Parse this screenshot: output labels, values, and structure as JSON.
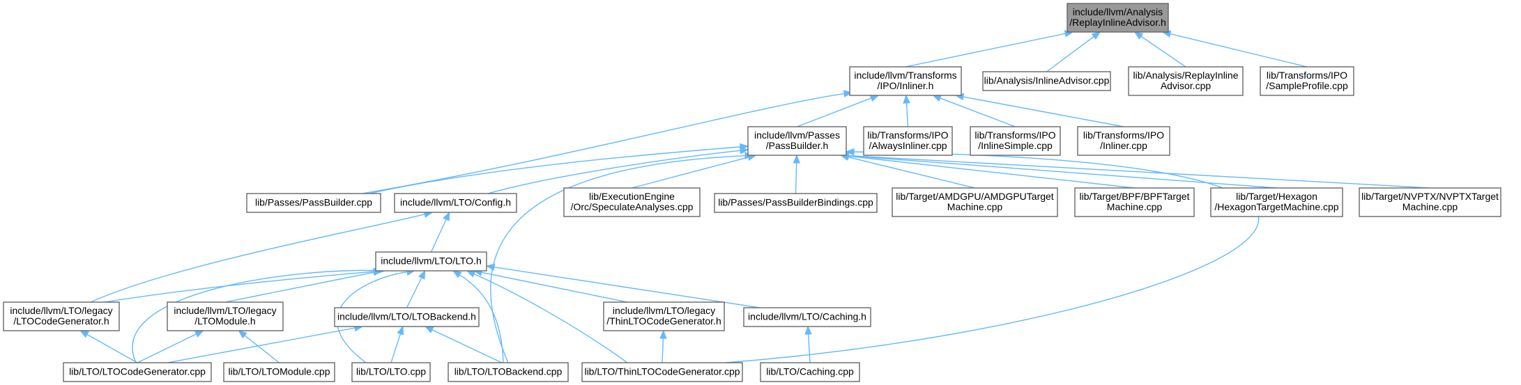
{
  "graph": {
    "edge_color": "#63b8ff",
    "root_fill": "#999999",
    "nodes": [
      {
        "id": "root",
        "lines": [
          "include/llvm/Analysis",
          "/ReplayInlineAdvisor.h"
        ],
        "root": true
      },
      {
        "id": "inliner_h",
        "lines": [
          "include/llvm/Transforms",
          "/IPO/Inliner.h"
        ]
      },
      {
        "id": "inline_advisor_cpp",
        "lines": [
          "lib/Analysis/InlineAdvisor.cpp"
        ]
      },
      {
        "id": "replay_advisor_cpp",
        "lines": [
          "lib/Analysis/ReplayInline",
          "Advisor.cpp"
        ]
      },
      {
        "id": "sample_profile_cpp",
        "lines": [
          "lib/Transforms/IPO",
          "/SampleProfile.cpp"
        ]
      },
      {
        "id": "passbuilder_h",
        "lines": [
          "include/llvm/Passes",
          "/PassBuilder.h"
        ]
      },
      {
        "id": "always_inliner_cpp",
        "lines": [
          "lib/Transforms/IPO",
          "/AlwaysInliner.cpp"
        ]
      },
      {
        "id": "inline_simple_cpp",
        "lines": [
          "lib/Transforms/IPO",
          "/InlineSimple.cpp"
        ]
      },
      {
        "id": "inliner_cpp",
        "lines": [
          "lib/Transforms/IPO",
          "/Inliner.cpp"
        ]
      },
      {
        "id": "passbuilder_cpp",
        "lines": [
          "lib/Passes/PassBuilder.cpp"
        ]
      },
      {
        "id": "lto_config_h",
        "lines": [
          "include/llvm/LTO/Config.h"
        ]
      },
      {
        "id": "speculate_cpp",
        "lines": [
          "lib/ExecutionEngine",
          "/Orc/SpeculateAnalyses.cpp"
        ]
      },
      {
        "id": "pb_bindings_cpp",
        "lines": [
          "lib/Passes/PassBuilderBindings.cpp"
        ]
      },
      {
        "id": "amdgpu_cpp",
        "lines": [
          "lib/Target/AMDGPU/AMDGPUTarget",
          "Machine.cpp"
        ]
      },
      {
        "id": "bpf_cpp",
        "lines": [
          "lib/Target/BPF/BPFTarget",
          "Machine.cpp"
        ]
      },
      {
        "id": "hexagon_cpp",
        "lines": [
          "lib/Target/Hexagon",
          "/HexagonTargetMachine.cpp"
        ]
      },
      {
        "id": "nvptx_cpp",
        "lines": [
          "lib/Target/NVPTX/NVPTXTarget",
          "Machine.cpp"
        ]
      },
      {
        "id": "lto_h",
        "lines": [
          "include/llvm/LTO/LTO.h"
        ]
      },
      {
        "id": "lto_codegen_h",
        "lines": [
          "include/llvm/LTO/legacy",
          "/LTOCodeGenerator.h"
        ]
      },
      {
        "id": "lto_module_h",
        "lines": [
          "include/llvm/LTO/legacy",
          "/LTOModule.h"
        ]
      },
      {
        "id": "lto_backend_h",
        "lines": [
          "include/llvm/LTO/LTOBackend.h"
        ]
      },
      {
        "id": "thin_codegen_h",
        "lines": [
          "include/llvm/LTO/legacy",
          "/ThinLTOCodeGenerator.h"
        ]
      },
      {
        "id": "caching_h",
        "lines": [
          "include/llvm/LTO/Caching.h"
        ]
      },
      {
        "id": "lto_codegen_cpp",
        "lines": [
          "lib/LTO/LTOCodeGenerator.cpp"
        ]
      },
      {
        "id": "lto_module_cpp",
        "lines": [
          "lib/LTO/LTOModule.cpp"
        ]
      },
      {
        "id": "lto_cpp",
        "lines": [
          "lib/LTO/LTO.cpp"
        ]
      },
      {
        "id": "lto_backend_cpp",
        "lines": [
          "lib/LTO/LTOBackend.cpp"
        ]
      },
      {
        "id": "thin_codegen_cpp",
        "lines": [
          "lib/LTO/ThinLTOCodeGenerator.cpp"
        ]
      },
      {
        "id": "caching_cpp",
        "lines": [
          "lib/LTO/Caching.cpp"
        ]
      }
    ],
    "edges": [
      {
        "from": "inliner_h",
        "to": "root"
      },
      {
        "from": "inline_advisor_cpp",
        "to": "root"
      },
      {
        "from": "replay_advisor_cpp",
        "to": "root"
      },
      {
        "from": "sample_profile_cpp",
        "to": "root"
      },
      {
        "from": "passbuilder_h",
        "to": "inliner_h"
      },
      {
        "from": "always_inliner_cpp",
        "to": "inliner_h"
      },
      {
        "from": "inline_simple_cpp",
        "to": "inliner_h"
      },
      {
        "from": "inliner_cpp",
        "to": "inliner_h"
      },
      {
        "from": "passbuilder_cpp",
        "to": "inliner_h"
      },
      {
        "from": "passbuilder_cpp",
        "to": "passbuilder_h"
      },
      {
        "from": "lto_config_h",
        "to": "passbuilder_h"
      },
      {
        "from": "speculate_cpp",
        "to": "passbuilder_h"
      },
      {
        "from": "pb_bindings_cpp",
        "to": "passbuilder_h"
      },
      {
        "from": "amdgpu_cpp",
        "to": "passbuilder_h"
      },
      {
        "from": "bpf_cpp",
        "to": "passbuilder_h"
      },
      {
        "from": "hexagon_cpp",
        "to": "passbuilder_h"
      },
      {
        "from": "nvptx_cpp",
        "to": "passbuilder_h"
      },
      {
        "from": "lto_backend_cpp",
        "to": "passbuilder_h"
      },
      {
        "from": "thin_codegen_cpp",
        "to": "passbuilder_h"
      },
      {
        "from": "lto_h",
        "to": "lto_config_h"
      },
      {
        "from": "lto_codegen_h",
        "to": "lto_config_h"
      },
      {
        "from": "lto_codegen_h",
        "to": "lto_h"
      },
      {
        "from": "lto_module_h",
        "to": "lto_h"
      },
      {
        "from": "lto_backend_h",
        "to": "lto_h"
      },
      {
        "from": "thin_codegen_h",
        "to": "lto_h"
      },
      {
        "from": "caching_h",
        "to": "lto_h"
      },
      {
        "from": "lto_codegen_cpp",
        "to": "lto_h"
      },
      {
        "from": "lto_cpp",
        "to": "lto_h"
      },
      {
        "from": "lto_backend_cpp",
        "to": "lto_h"
      },
      {
        "from": "thin_codegen_cpp",
        "to": "lto_h"
      },
      {
        "from": "lto_codegen_cpp",
        "to": "lto_codegen_h"
      },
      {
        "from": "lto_codegen_cpp",
        "to": "lto_module_h"
      },
      {
        "from": "lto_module_cpp",
        "to": "lto_module_h"
      },
      {
        "from": "lto_codegen_cpp",
        "to": "lto_backend_h"
      },
      {
        "from": "lto_cpp",
        "to": "lto_backend_h"
      },
      {
        "from": "lto_backend_cpp",
        "to": "lto_backend_h"
      },
      {
        "from": "thin_codegen_cpp",
        "to": "thin_codegen_h"
      },
      {
        "from": "caching_cpp",
        "to": "caching_h"
      }
    ]
  }
}
